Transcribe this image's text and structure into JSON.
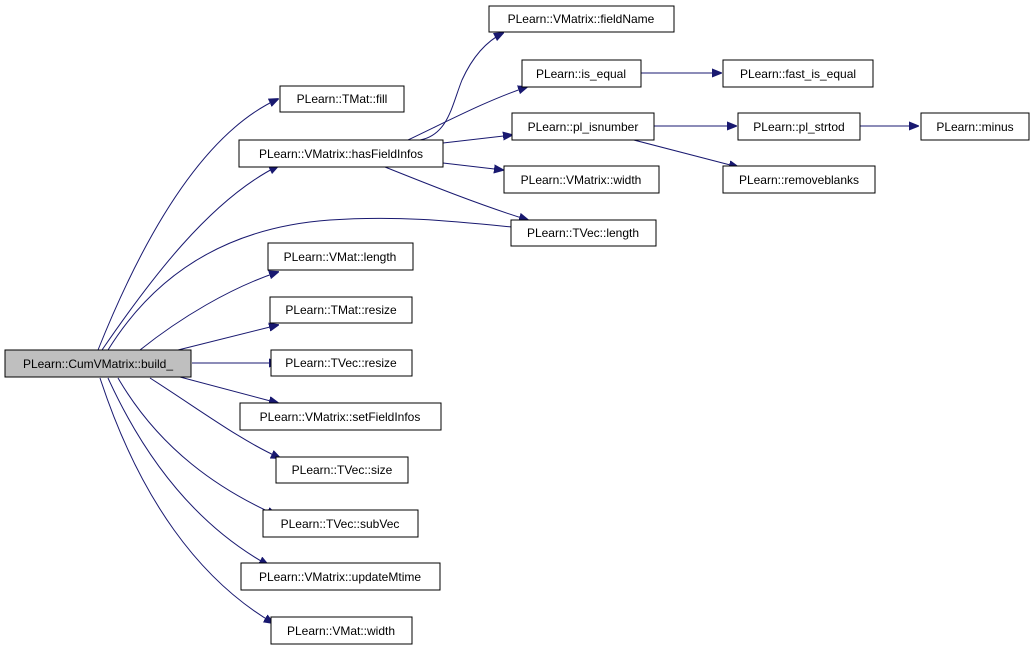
{
  "colors": {
    "edge": "#191970",
    "root_fill": "#bfbfbf",
    "node_fill": "#ffffff",
    "border": "#000000"
  },
  "nodes": {
    "root": "PLearn::CumVMatrix::build_",
    "tmat_fill": "PLearn::TMat::fill",
    "vmatrix_hasfieldinfos": "PLearn::VMatrix::hasFieldInfos",
    "vmat_length": "PLearn::VMat::length",
    "tmat_resize": "PLearn::TMat::resize",
    "tvec_resize": "PLearn::TVec::resize",
    "vmatrix_setfieldinfos": "PLearn::VMatrix::setFieldInfos",
    "tvec_size": "PLearn::TVec::size",
    "tvec_subvec": "PLearn::TVec::subVec",
    "vmatrix_updatemtime": "PLearn::VMatrix::updateMtime",
    "vmat_width": "PLearn::VMat::width",
    "vmatrix_fieldname": "PLearn::VMatrix::fieldName",
    "is_equal": "PLearn::is_equal",
    "pl_isnumber": "PLearn::pl_isnumber",
    "vmatrix_width": "PLearn::VMatrix::width",
    "tvec_length": "PLearn::TVec::length",
    "fast_is_equal": "PLearn::fast_is_equal",
    "pl_strtod": "PLearn::pl_strtod",
    "removeblanks": "PLearn::removeblanks",
    "minus": "PLearn::minus"
  }
}
